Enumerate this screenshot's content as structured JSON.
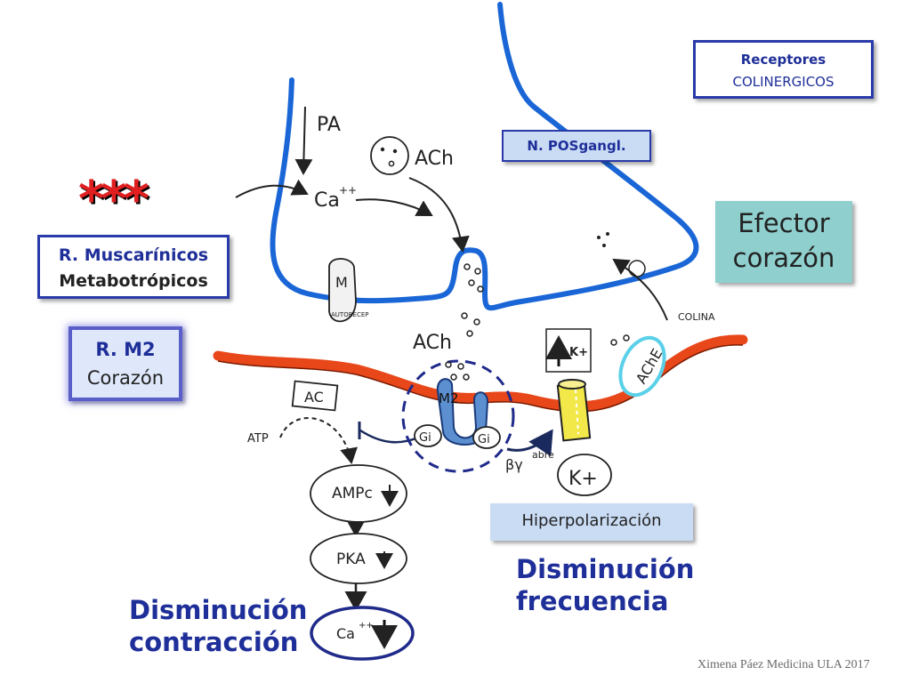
{
  "labels": {
    "receptores_line1": "Receptores",
    "receptores_line2": "COLINERGICOS",
    "n_posgangl": "N. POSgangl.",
    "muscarinicos_line1": "R. Muscarínicos",
    "muscarinicos_line2": "Metabotrópicos",
    "m2_line1": "R. M2",
    "m2_line2": "Corazón",
    "efector_line1": "Efector",
    "efector_line2": "corazón",
    "hiperpolarizacion": "Hiperpolarización",
    "dis_frec_line1": "Disminución",
    "dis_frec_line2": "frecuencia",
    "dis_contr_line1": "Disminución",
    "dis_contr_line2": "contracción",
    "stars": "***",
    "credit": "Ximena Páez Medicina ULA 2017"
  },
  "diagram": {
    "pa": "PA",
    "ca_pre": "Ca",
    "ca_pre_sup": "++",
    "ach_vesicle": "ACh",
    "ach_cleft": "ACh",
    "m_autoreceptor": "M",
    "autorecep": "AUTORECEP",
    "colina": "COLINA",
    "ache": "AChE",
    "ac": "AC",
    "atp": "ATP",
    "m2": "M2",
    "gi_left": "Gi",
    "gi_right": "Gi",
    "beta_gamma": "βγ",
    "abre": "abre",
    "k_top": "K+",
    "k_bottom": "K+",
    "ampc": "AMPc",
    "pka": "PKA",
    "ca_cell": "Ca",
    "ca_cell_sup": "++"
  },
  "colors": {
    "neuron_membrane": "#1a66d6",
    "cell_membrane": "#e8471a",
    "navy": "#1f2f99",
    "stars": "#e02020",
    "channel": "#f2e84a",
    "ache_ring": "#5ad0e8"
  }
}
